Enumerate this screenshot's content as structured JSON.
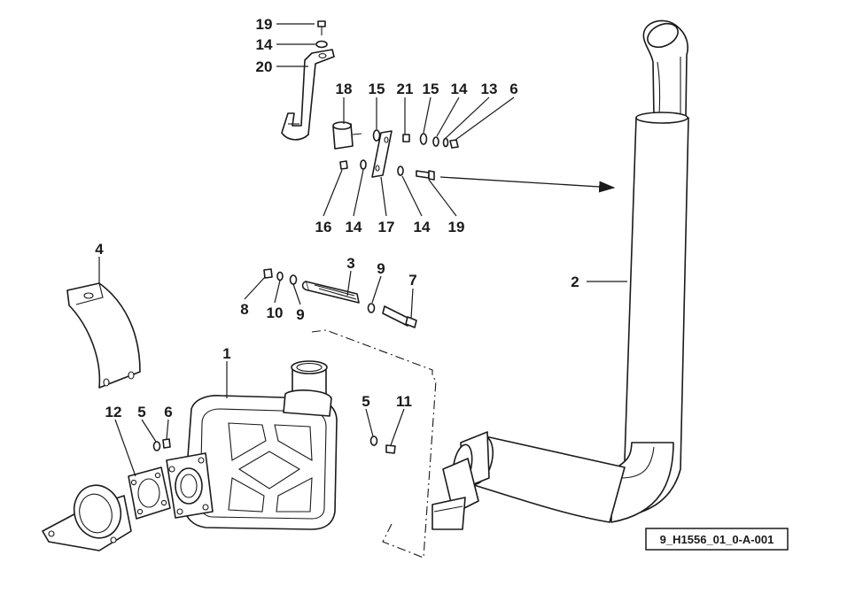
{
  "diagram": {
    "reference_code": "9_H1556_01_0-A-001",
    "callouts": [
      "19",
      "14",
      "20",
      "18",
      "15",
      "21",
      "15",
      "14",
      "13",
      "6",
      "16",
      "14",
      "17",
      "14",
      "19",
      "4",
      "3",
      "9",
      "7",
      "8",
      "10",
      "9",
      "2",
      "1",
      "12",
      "5",
      "6",
      "5",
      "11"
    ]
  }
}
